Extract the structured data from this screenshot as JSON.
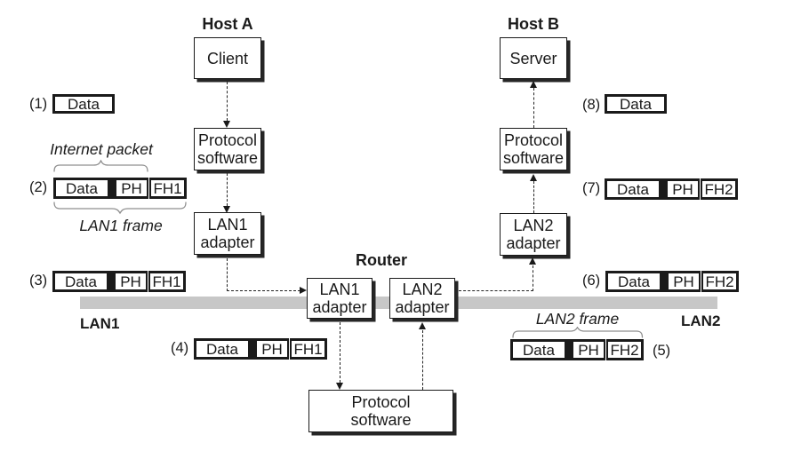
{
  "colors": {
    "ink": "#1a1a1a",
    "shadow": "#262626",
    "bar": "#c7c7c7",
    "dash": "#222222",
    "brace": "#8f8f8f"
  },
  "headings": {
    "host_a": "Host A",
    "host_b": "Host B",
    "router": "Router"
  },
  "network_labels": {
    "lan1": "LAN1",
    "lan2": "LAN2"
  },
  "annotations": {
    "internet_packet": "Internet packet",
    "lan1_frame": "LAN1 frame",
    "lan2_frame": "LAN2 frame"
  },
  "nodes": {
    "client": {
      "label": "Client"
    },
    "protocol_a": {
      "line1": "Protocol",
      "line2": "software"
    },
    "lan1_adapter_a": {
      "line1": "LAN1",
      "line2": "adapter"
    },
    "server": {
      "label": "Server"
    },
    "protocol_b": {
      "line1": "Protocol",
      "line2": "software"
    },
    "lan2_adapter_b": {
      "line1": "LAN2",
      "line2": "adapter"
    },
    "router_lan1_adapter": {
      "line1": "LAN1",
      "line2": "adapter"
    },
    "router_lan2_adapter": {
      "line1": "LAN2",
      "line2": "adapter"
    },
    "router_protocol": {
      "line1": "Protocol",
      "line2": "software"
    }
  },
  "packets": {
    "p1": {
      "step": "(1)",
      "cells": [
        "Data"
      ]
    },
    "p2": {
      "step": "(2)",
      "cells": [
        "Data",
        "PH",
        "FH1"
      ]
    },
    "p3": {
      "step": "(3)",
      "cells": [
        "Data",
        "PH",
        "FH1"
      ]
    },
    "p4": {
      "step": "(4)",
      "cells": [
        "Data",
        "PH",
        "FH1"
      ]
    },
    "p5": {
      "step": "(5)",
      "cells": [
        "Data",
        "PH",
        "FH2"
      ]
    },
    "p6": {
      "step": "(6)",
      "cells": [
        "Data",
        "PH",
        "FH2"
      ]
    },
    "p7": {
      "step": "(7)",
      "cells": [
        "Data",
        "PH",
        "FH2"
      ]
    },
    "p8": {
      "step": "(8)",
      "cells": [
        "Data"
      ]
    }
  }
}
